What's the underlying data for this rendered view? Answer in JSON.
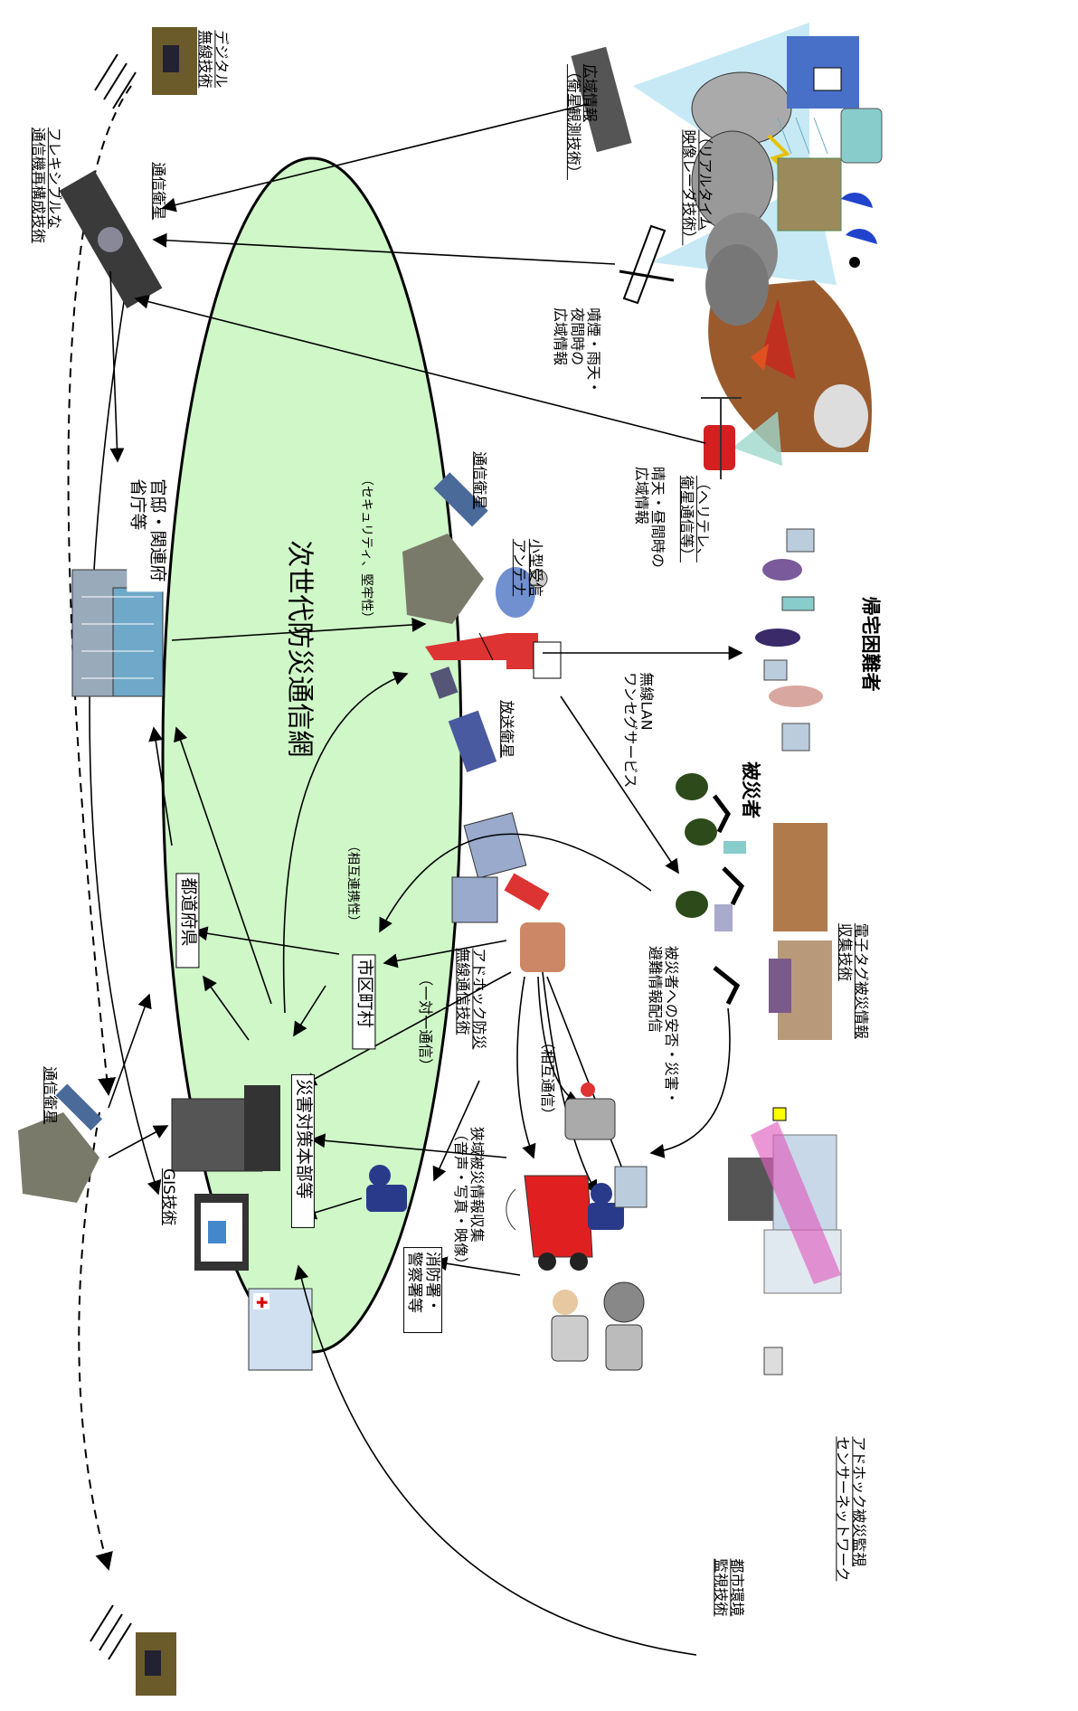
{
  "diagram": {
    "center_label": "次世代防災通信網",
    "center_sublabel": "（セキュリティ、堅牢性）",
    "mutual_link_label": "（相互連携性）",
    "nodes": {
      "hq": "災害対策本部等",
      "prefecture": "都道府県",
      "municipality": "市区町村",
      "government": "官邸・関連府\n省庁等",
      "fire_police": "消防署・\n警察署等"
    },
    "labels": {
      "comm_sat_top": "通信衛星",
      "comm_sat_left": "通信衛星",
      "comm_sat_right": "通信衛星",
      "broadcast_sat": "放送衛星",
      "small_antenna": "小型受信\nアンテナ",
      "digital_radio": "デジタル\n無線技術",
      "flexible_tech": "フレキシブルな\n通信機再構成技術",
      "wide_area_obs": "広域情報\n（衛星観測技術）",
      "realtime_radar": "（リアルタイム\n映像レーダ技術）",
      "smoke_rain": "噴煙・雨天・\n夜間時の\n広域情報",
      "clear_day": "晴天・昼間時の\n広域情報",
      "heli_tele": "（ヘリテレ、\n衛星通信等）",
      "stranded": "帰宅困難者",
      "wlan": "無線LAN\nワンセグサービス",
      "victims": "被災者",
      "victim_info": "被災者への安否・災害・\n避難情報配信",
      "rfid": "電子タグ被災情報\n収集技術",
      "adhoc_radio": "アドホック防災\n無線通信技術",
      "one_to_one": "（一対一通信）",
      "mutual_comm": "（相互通信）",
      "disaster_collection": "狭域被災情報収集\n（音声・写真・映像）",
      "gis": "GIS技術",
      "urban_monitor": "都市環境\n監視技術",
      "sensor_net": "アドホック被災監視\nセンサーネットワーク"
    }
  }
}
